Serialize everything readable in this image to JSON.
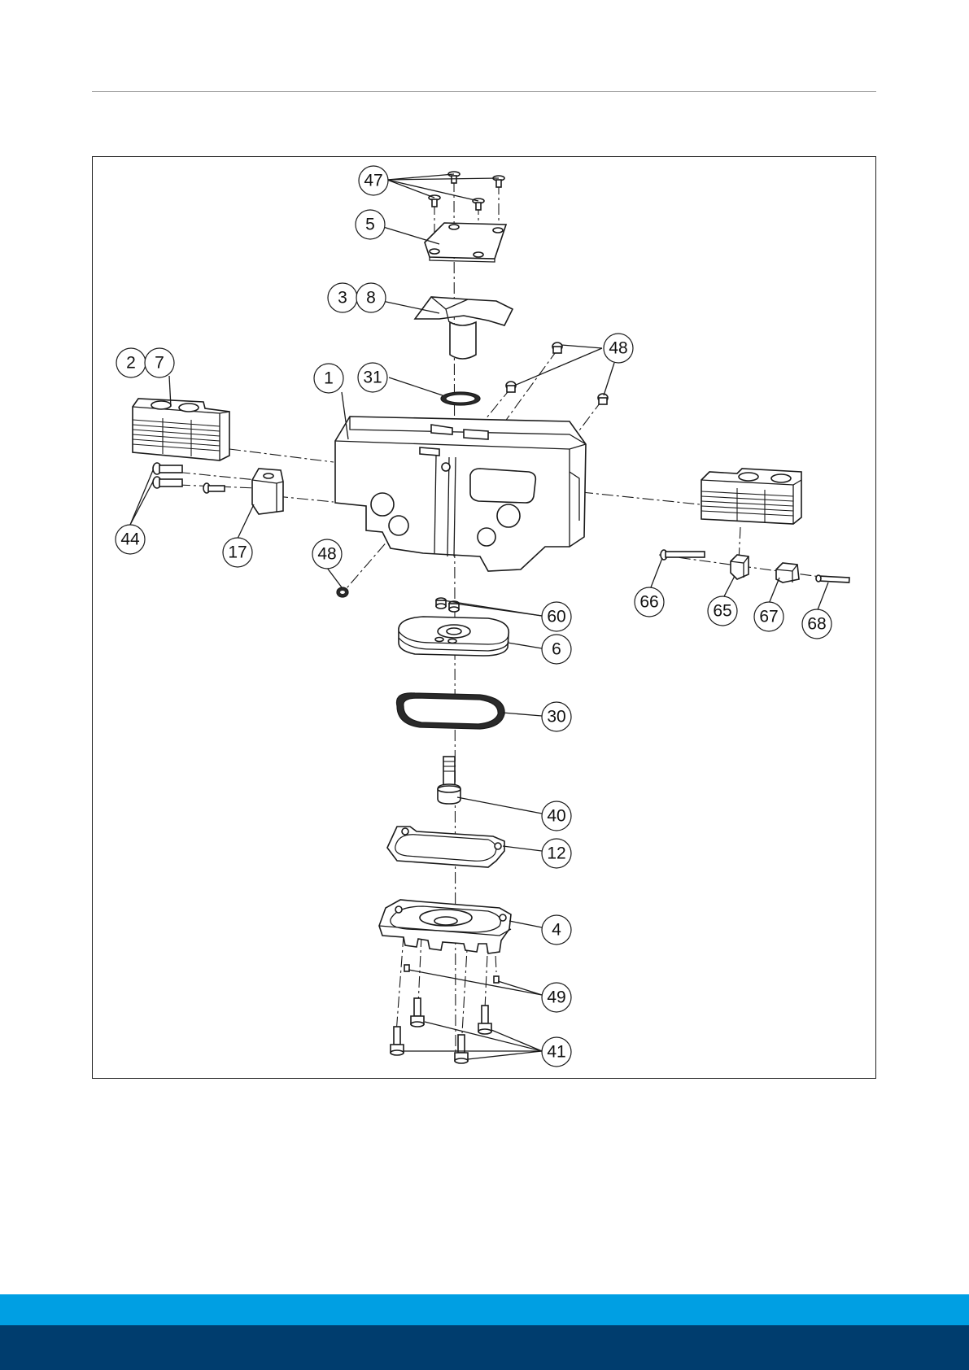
{
  "diagram": {
    "callouts": [
      {
        "id": "47"
      },
      {
        "id": "5"
      },
      {
        "id": "3"
      },
      {
        "id": "8"
      },
      {
        "id": "2"
      },
      {
        "id": "7"
      },
      {
        "id": "1"
      },
      {
        "id": "31"
      },
      {
        "id": "48"
      },
      {
        "id": "48"
      },
      {
        "id": "44"
      },
      {
        "id": "17"
      },
      {
        "id": "60"
      },
      {
        "id": "6"
      },
      {
        "id": "66"
      },
      {
        "id": "65"
      },
      {
        "id": "67"
      },
      {
        "id": "68"
      },
      {
        "id": "30"
      },
      {
        "id": "40"
      },
      {
        "id": "12"
      },
      {
        "id": "4"
      },
      {
        "id": "49"
      },
      {
        "id": "41"
      }
    ]
  },
  "colors": {
    "rule": "#a7a7a7",
    "frame": "#222222",
    "band_light": "#009fe3",
    "band_dark": "#003d6e"
  }
}
